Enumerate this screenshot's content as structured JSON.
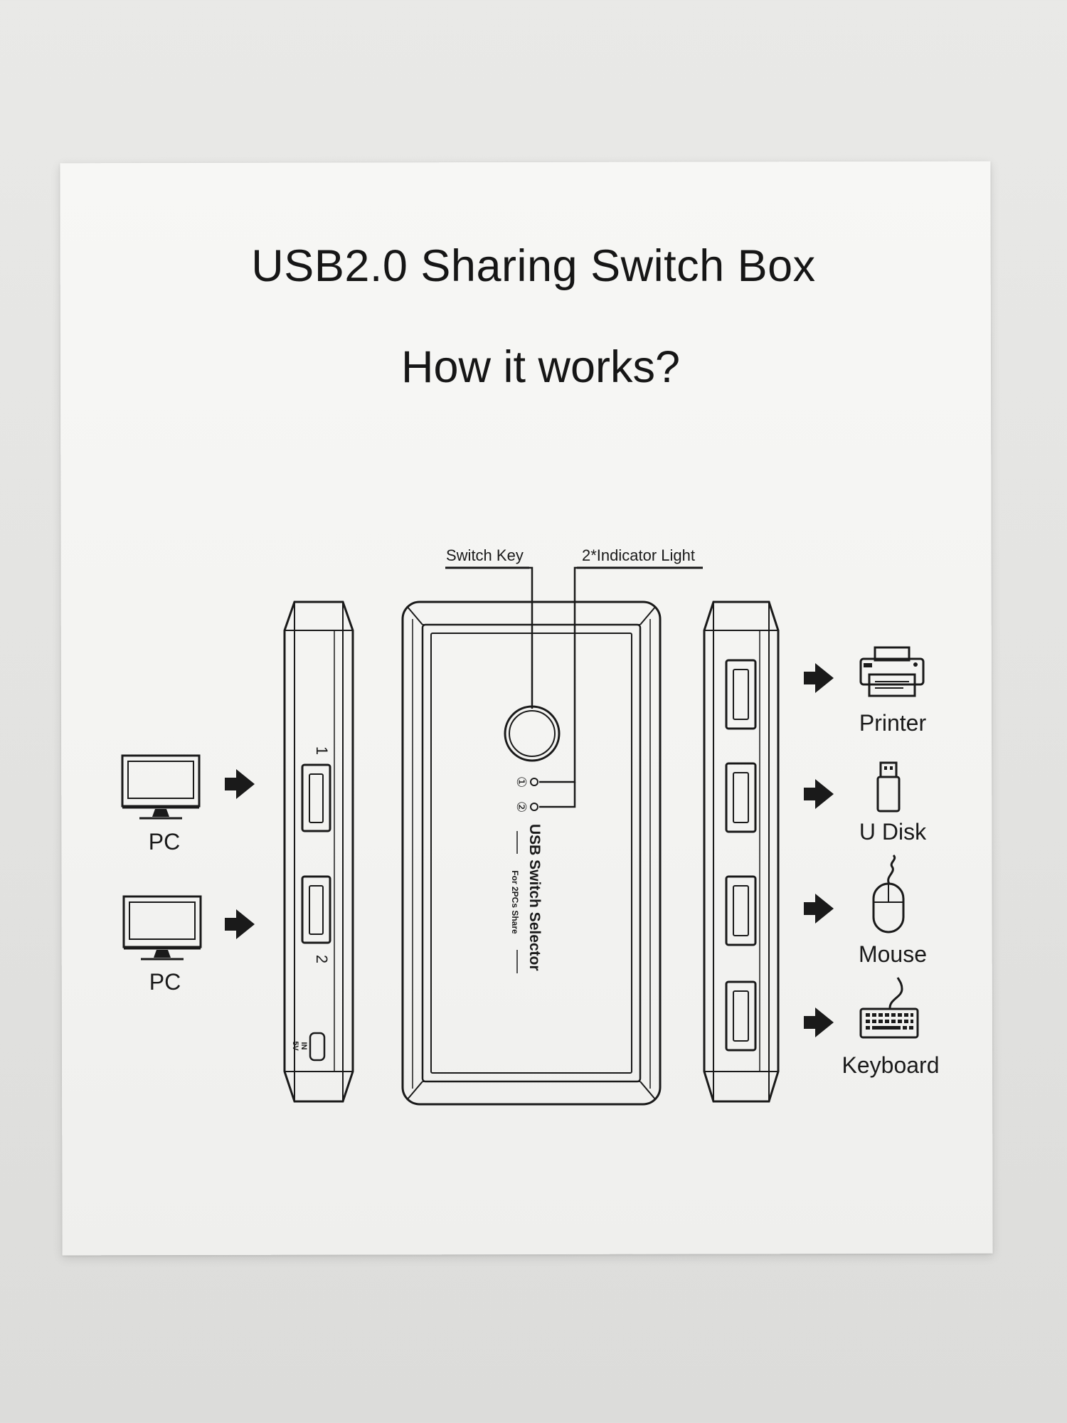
{
  "document": {
    "title": "USB2.0 Sharing Switch Box",
    "subtitle": "How it works?"
  },
  "callouts": {
    "switch_key": "Switch Key",
    "indicator_light": "2*Indicator Light"
  },
  "inputs": [
    {
      "label": "PC",
      "port_number": "1"
    },
    {
      "label": "PC",
      "port_number": "2"
    }
  ],
  "power_port": {
    "line1": "IN",
    "line2": "5V"
  },
  "panel": {
    "indicator_1": "①",
    "indicator_2": "②",
    "product_name": "USB Switch Selector",
    "product_tagline": "For 2PCs Share"
  },
  "outputs": [
    {
      "label": "Printer",
      "icon": "printer-icon"
    },
    {
      "label": "U Disk",
      "icon": "usb-stick-icon"
    },
    {
      "label": "Mouse",
      "icon": "mouse-icon"
    },
    {
      "label": "Keyboard",
      "icon": "keyboard-icon"
    }
  ],
  "colors": {
    "ink": "#1a1a1a",
    "paper": "#f5f5f3",
    "background": "#e4e4e2"
  }
}
